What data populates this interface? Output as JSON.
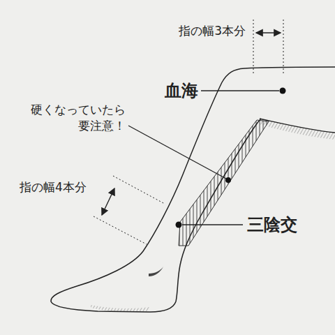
{
  "diagram": {
    "labels": [
      "指の幅3本分",
      "血海",
      "硬くなっていたら 要注意！",
      "指の幅4本分",
      "三陰交"
    ]
  }
}
